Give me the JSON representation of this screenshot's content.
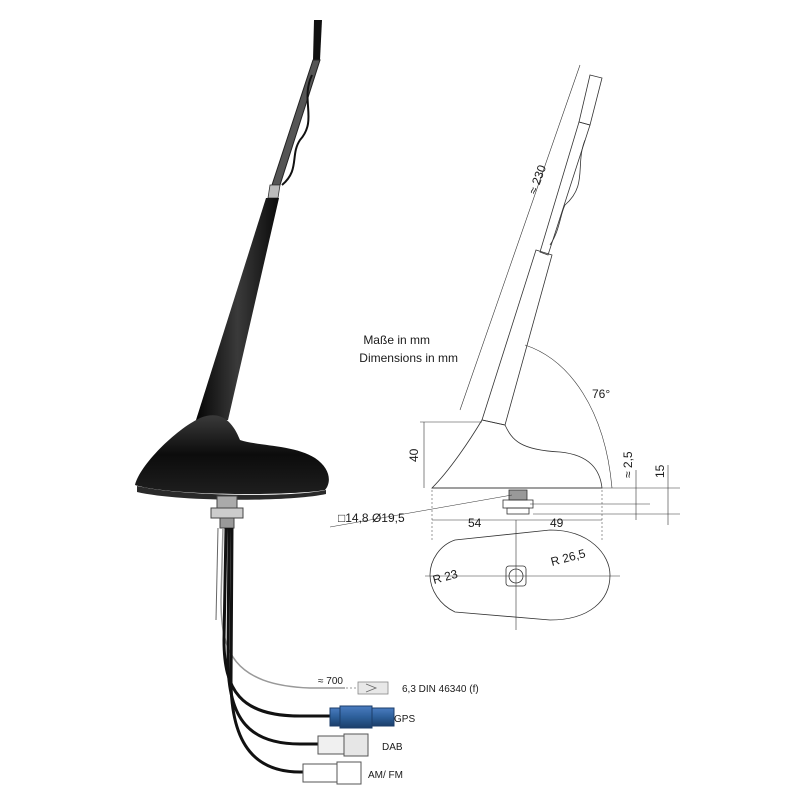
{
  "diagram": {
    "title_de": "Maße in mm",
    "title_en": "Dimensions in mm",
    "dimensions": {
      "length": "≈ 230",
      "angle": "76°",
      "height": "40",
      "gap": "≈ 2,5",
      "depth": "15",
      "mount": "□14,8  Ø19,5",
      "front": "54",
      "rear": "49",
      "radius_front": "R 23",
      "radius_rear": "R 26,5"
    },
    "cable": {
      "length": "≈ 700"
    },
    "connectors": [
      {
        "label": "6,3 DIN 46340 (f)",
        "color": "#e8e8e8"
      },
      {
        "label": "GPS",
        "color": "#2d5f9a"
      },
      {
        "label": "DAB",
        "color": "#eeeeee"
      },
      {
        "label": "AM/ FM",
        "color": "#ffffff"
      }
    ]
  }
}
